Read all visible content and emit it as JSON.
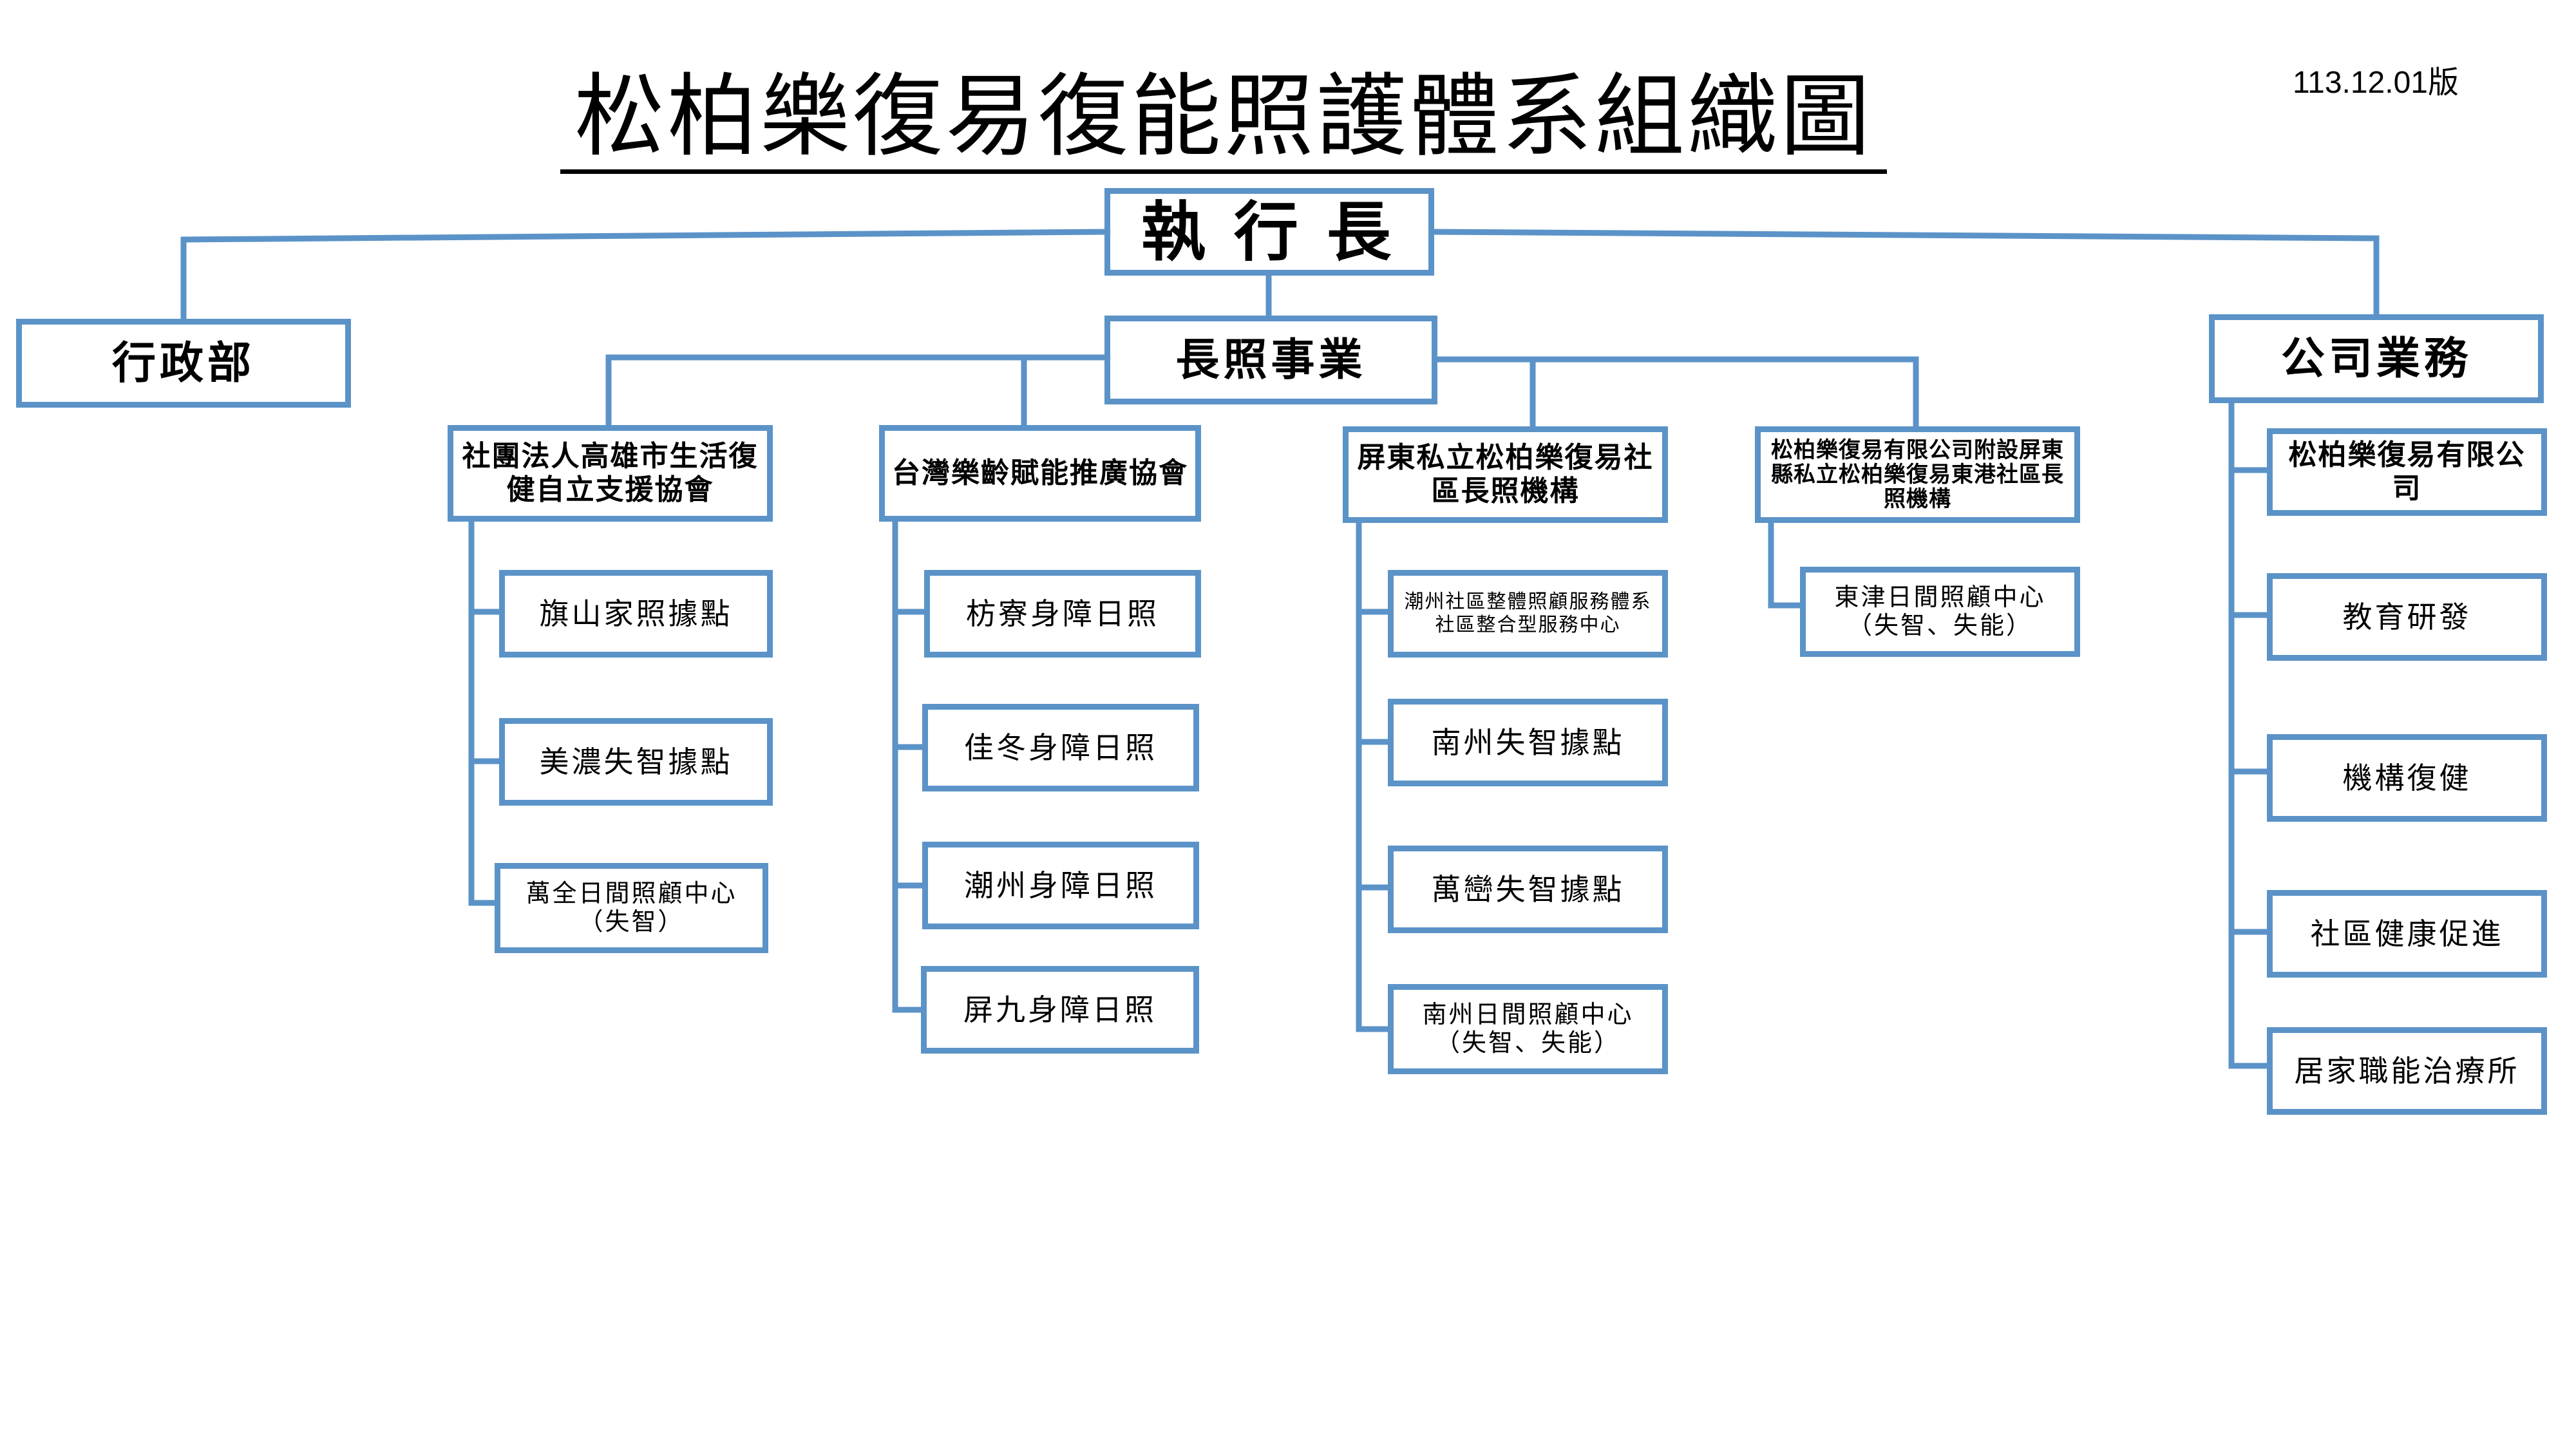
{
  "title": "松柏樂復易復能照護體系組織圖",
  "version": "113.12.01版",
  "line_color": "#5b93c8",
  "chart": {
    "ceo": "執行長",
    "admin": "行政部",
    "ltc": "長照事業",
    "company": "公司業務",
    "ltc_orgs": [
      {
        "name": "社團法人高雄市生活復健自立支援協會",
        "units": [
          "旗山家照據點",
          "美濃失智據點",
          "萬全日間照顧中心（失智）"
        ]
      },
      {
        "name": "台灣樂齡賦能推廣協會",
        "units": [
          "枋寮身障日照",
          "佳冬身障日照",
          "潮州身障日照",
          "屏九身障日照"
        ]
      },
      {
        "name": "屏東私立松柏樂復易社區長照機構",
        "units": [
          "潮州社區整體照顧服務體系社區整合型服務中心",
          "南州失智據點",
          "萬巒失智據點",
          "南州日間照顧中心（失智、失能）"
        ]
      },
      {
        "name": "松柏樂復易有限公司附設屏東縣私立松柏樂復易東港社區長照機構",
        "units": [
          "東津日間照顧中心（失智、失能）"
        ]
      }
    ],
    "company_units": [
      "松柏樂復易有限公司",
      "教育研發",
      "機構復健",
      "社區健康促進",
      "居家職能治療所"
    ]
  }
}
